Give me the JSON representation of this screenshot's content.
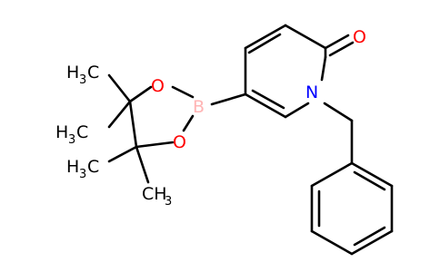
{
  "colors": {
    "background": "#ffffff",
    "bond": "#000000",
    "oxygen": "#ff0000",
    "nitrogen": "#0000ff",
    "boron": "#ffb5b5",
    "carbon": "#000000"
  },
  "atoms": {
    "carbonyl_oxygen": "O",
    "nitrogen": "N",
    "boron": "B",
    "ring_oxygen_top": "O",
    "ring_oxygen_bottom": "O",
    "methyl_1": {
      "main": "H",
      "sub": "3",
      "tail": "C"
    },
    "methyl_2": {
      "main": "H",
      "sub": "3",
      "tail": "C"
    },
    "methyl_3": {
      "main": "H",
      "sub": "3",
      "tail": "C"
    },
    "methyl_4": {
      "main": "CH",
      "sub": "3"
    }
  }
}
